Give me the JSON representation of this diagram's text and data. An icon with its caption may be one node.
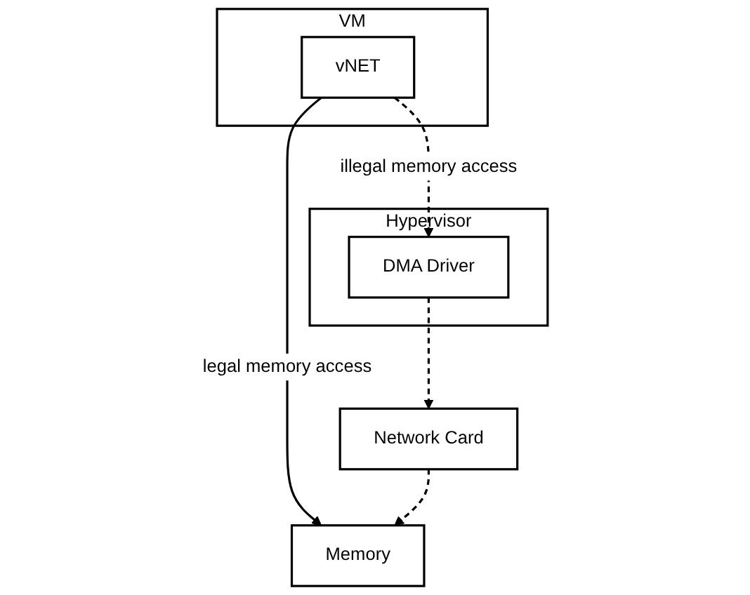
{
  "diagram": {
    "nodes": [
      {
        "text": [
          "VM"
        ]
      },
      {
        "text": [
          "vNET"
        ],
        "in": 0
      },
      {
        "text": [
          "Hypervisor"
        ]
      },
      {
        "text": [
          "DMA Driver"
        ],
        "in": 2
      },
      {
        "text": [
          "Network Card"
        ]
      },
      {
        "text": [
          "Memory"
        ]
      }
    ],
    "edges": [
      {
        "from": 1,
        "to": 3,
        "arrow": "to",
        "label": "illegal memory access",
        "style": "dashed"
      },
      {
        "from": 1,
        "to": 5,
        "arrow": "to",
        "label": "legal memory access"
      },
      {
        "from": 3,
        "to": 4,
        "arrow": "to",
        "style": "dashed"
      },
      {
        "from": 4,
        "to": 5,
        "arrow": "to",
        "style": "dashed"
      }
    ]
  }
}
